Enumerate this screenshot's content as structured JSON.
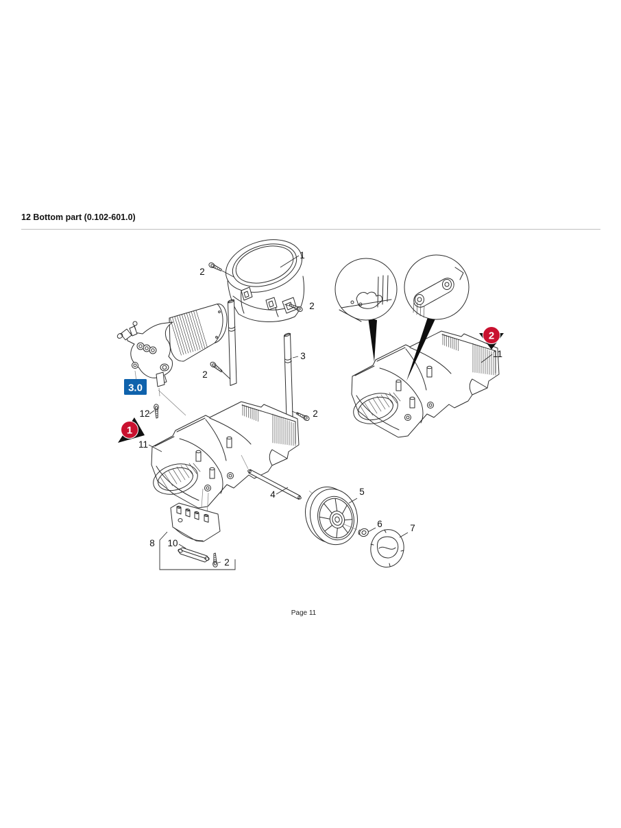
{
  "page": {
    "title": "12 Bottom part (0.102-601.0)",
    "footer": "Page 11"
  },
  "diagram": {
    "badges": {
      "group_1": "1",
      "group_2": "2",
      "version": "3.0"
    },
    "callouts": [
      {
        "part": "1",
        "text": "1"
      },
      {
        "part": "2",
        "text": "2"
      },
      {
        "part": "2",
        "text": "2"
      },
      {
        "part": "2",
        "text": "2"
      },
      {
        "part": "3",
        "text": "3"
      },
      {
        "part": "2",
        "text": "2"
      },
      {
        "part": "12",
        "text": "12"
      },
      {
        "part": "11",
        "text": "11"
      },
      {
        "part": "4",
        "text": "4"
      },
      {
        "part": "5",
        "text": "5"
      },
      {
        "part": "6",
        "text": "6"
      },
      {
        "part": "7",
        "text": "7"
      },
      {
        "part": "8",
        "text": "8"
      },
      {
        "part": "10",
        "text": "10"
      },
      {
        "part": "2",
        "text": "2"
      },
      {
        "part": "11",
        "text": "11"
      }
    ]
  },
  "colors": {
    "marker_red": "#c9112f",
    "marker_blue": "#0f62ac",
    "line": "#2b2b2b"
  }
}
